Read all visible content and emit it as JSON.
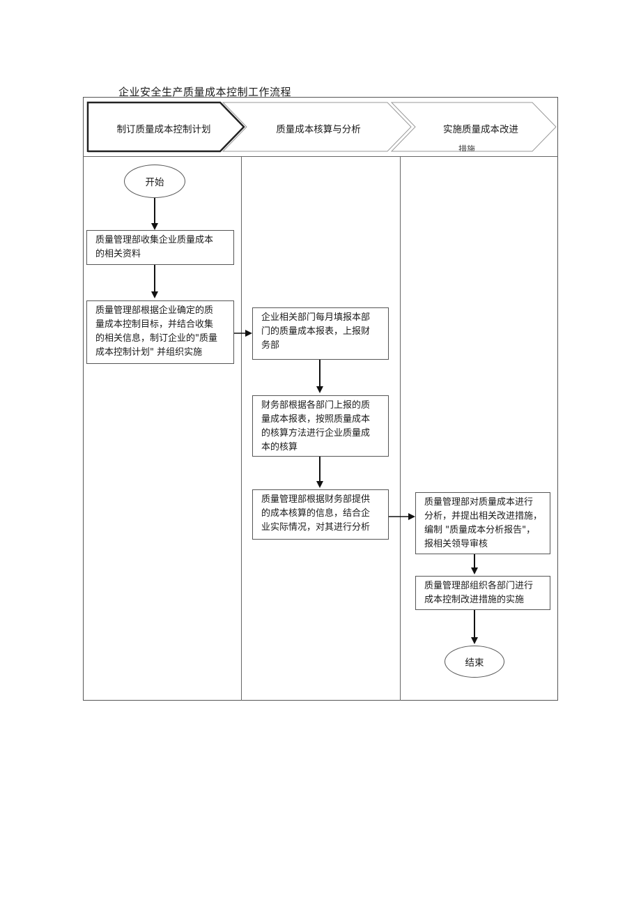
{
  "title": "企业安全生产质量成本控制工作流程",
  "phases": [
    {
      "label": "制订质量成本控制计划"
    },
    {
      "label": "质量成本核算与分析"
    },
    {
      "label": "实施质量成本改进",
      "clipped_extra": "措施"
    }
  ],
  "nodes": {
    "start": "开始",
    "collect": "质量管理部收集企业质量成本\n的相关资料",
    "plan": "质量管理部根据企业确定的质\n量成本控制目标，并结合收集\n的相关信息，制订企业的\"质量\n成本控制计划\" 并组织实施",
    "report": "企业相关部门每月填报本部\n门的质量成本报表，上报财\n务部",
    "accounting": "财务部根据各部门上报的质\n量成本报表，按照质量成本\n的核算方法进行企业质量成\n本的核算",
    "analysis": "质量管理部根据财务部提供\n的成本核算的信息，结合企\n业实际情况，对其进行分析",
    "improve_report": "质量管理部对质量成本进行\n分析，并提出相关改进措施，\n编制 \"质量成本分析报告\"，\n报相关领导审核",
    "implement": "质量管理部组织各部门进行\n成本控制改进措施的实施",
    "end": "结束"
  }
}
